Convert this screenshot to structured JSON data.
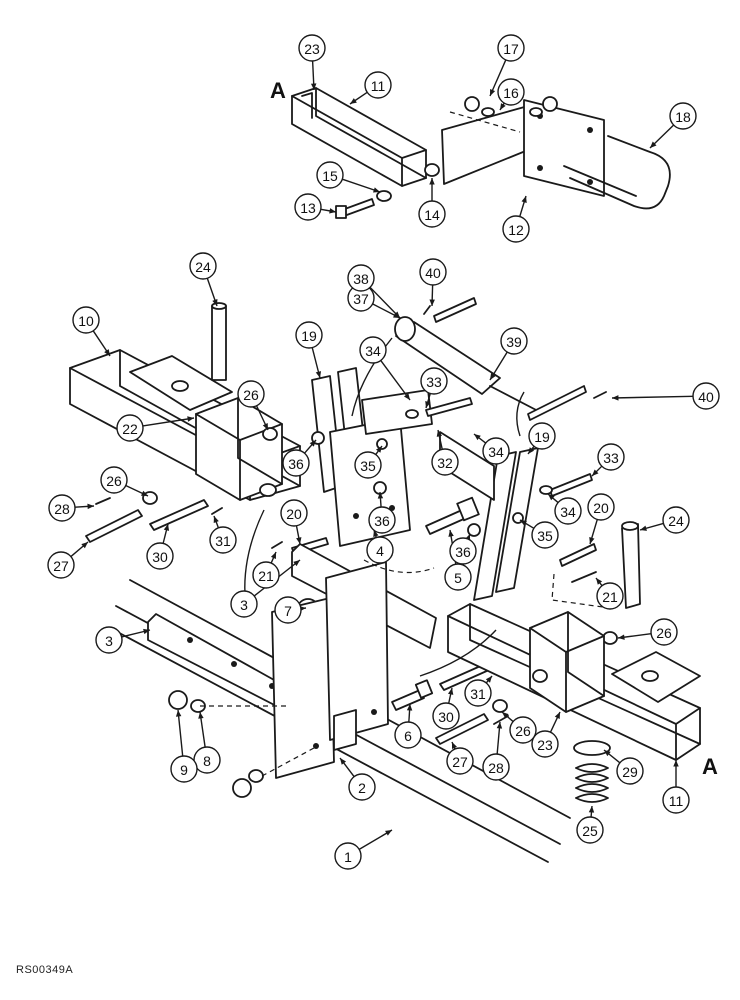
{
  "figure": {
    "reference_code": "RS00349A",
    "view_letters": [
      "A",
      "A"
    ]
  },
  "callouts": [
    {
      "id": "c1",
      "label": "1"
    },
    {
      "id": "c2",
      "label": "2"
    },
    {
      "id": "c3a",
      "label": "3"
    },
    {
      "id": "c3b",
      "label": "3"
    },
    {
      "id": "c4",
      "label": "4"
    },
    {
      "id": "c5",
      "label": "5"
    },
    {
      "id": "c6",
      "label": "6"
    },
    {
      "id": "c7",
      "label": "7"
    },
    {
      "id": "c8",
      "label": "8"
    },
    {
      "id": "c9",
      "label": "9"
    },
    {
      "id": "c10",
      "label": "10"
    },
    {
      "id": "c11a",
      "label": "11"
    },
    {
      "id": "c11b",
      "label": "11"
    },
    {
      "id": "c12",
      "label": "12"
    },
    {
      "id": "c13",
      "label": "13"
    },
    {
      "id": "c14",
      "label": "14"
    },
    {
      "id": "c15",
      "label": "15"
    },
    {
      "id": "c16",
      "label": "16"
    },
    {
      "id": "c17",
      "label": "17"
    },
    {
      "id": "c18",
      "label": "18"
    },
    {
      "id": "c19a",
      "label": "19"
    },
    {
      "id": "c19b",
      "label": "19"
    },
    {
      "id": "c20a",
      "label": "20"
    },
    {
      "id": "c20b",
      "label": "20"
    },
    {
      "id": "c21a",
      "label": "21"
    },
    {
      "id": "c21b",
      "label": "21"
    },
    {
      "id": "c22",
      "label": "22"
    },
    {
      "id": "c23a",
      "label": "23"
    },
    {
      "id": "c23b",
      "label": "23"
    },
    {
      "id": "c24a",
      "label": "24"
    },
    {
      "id": "c24b",
      "label": "24"
    },
    {
      "id": "c25",
      "label": "25"
    },
    {
      "id": "c26a",
      "label": "26"
    },
    {
      "id": "c26b",
      "label": "26"
    },
    {
      "id": "c26c",
      "label": "26"
    },
    {
      "id": "c26d",
      "label": "26"
    },
    {
      "id": "c27a",
      "label": "27"
    },
    {
      "id": "c27b",
      "label": "27"
    },
    {
      "id": "c28a",
      "label": "28"
    },
    {
      "id": "c28b",
      "label": "28"
    },
    {
      "id": "c29",
      "label": "29"
    },
    {
      "id": "c30a",
      "label": "30"
    },
    {
      "id": "c30b",
      "label": "30"
    },
    {
      "id": "c31a",
      "label": "31"
    },
    {
      "id": "c31b",
      "label": "31"
    },
    {
      "id": "c32",
      "label": "32"
    },
    {
      "id": "c33a",
      "label": "33"
    },
    {
      "id": "c33b",
      "label": "33"
    },
    {
      "id": "c34a",
      "label": "34"
    },
    {
      "id": "c34b",
      "label": "34"
    },
    {
      "id": "c34c",
      "label": "34"
    },
    {
      "id": "c35a",
      "label": "35"
    },
    {
      "id": "c35b",
      "label": "35"
    },
    {
      "id": "c36a",
      "label": "36"
    },
    {
      "id": "c36b",
      "label": "36"
    },
    {
      "id": "c36c",
      "label": "36"
    },
    {
      "id": "c37",
      "label": "37"
    },
    {
      "id": "c38",
      "label": "38"
    },
    {
      "id": "c39",
      "label": "39"
    },
    {
      "id": "c40a",
      "label": "40"
    },
    {
      "id": "c40b",
      "label": "40"
    }
  ]
}
